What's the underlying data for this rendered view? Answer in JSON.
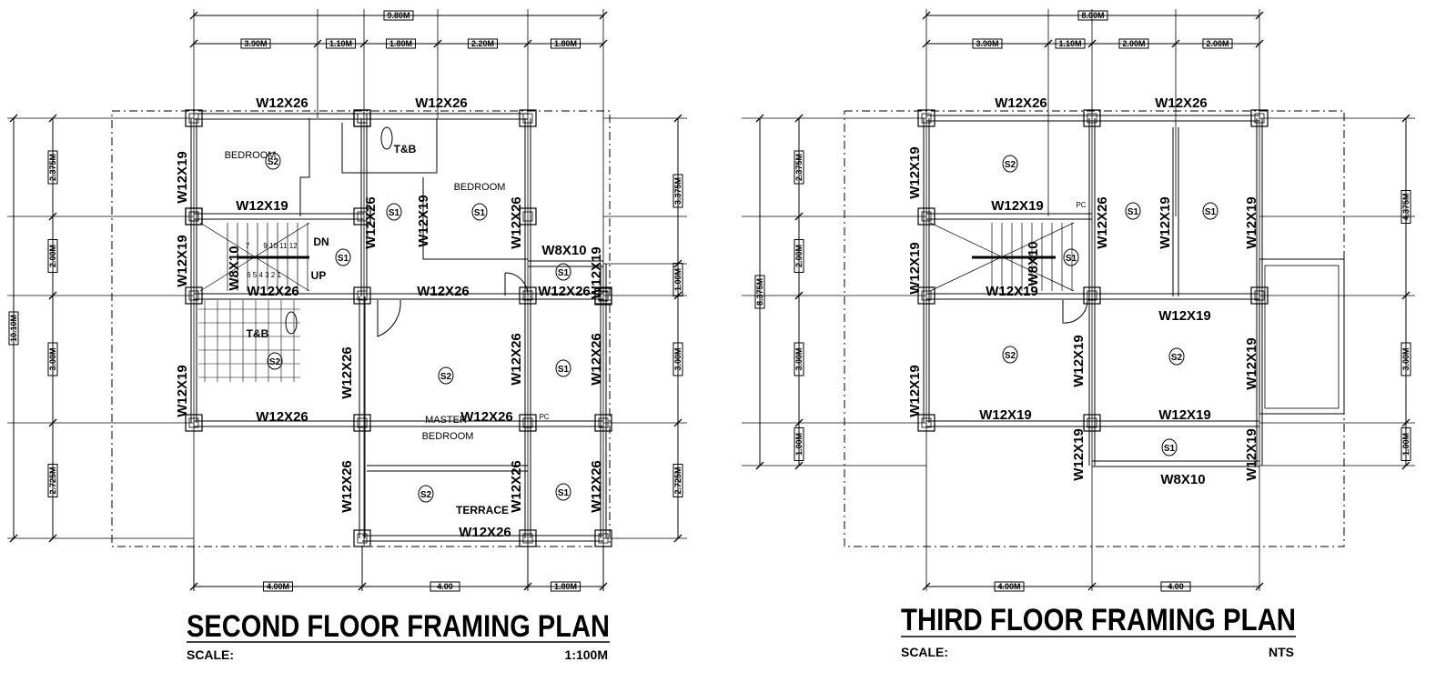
{
  "second_floor": {
    "title": "SECOND FLOOR FRAMING PLAN",
    "scale_label": "SCALE:",
    "scale_value": "1:100M",
    "dims_top_overall": "9.80M",
    "dims_top": [
      "3.90M",
      "1.10M",
      "1.80M",
      "2.20M",
      "1.80M"
    ],
    "dims_bottom": [
      "4.00M",
      "4.00",
      "1.80M"
    ],
    "dims_left_overall": "10.10M",
    "dims_left": [
      "2.375M",
      "2.00M",
      "3.00M",
      "2.725M"
    ],
    "dims_right": [
      "3.375M",
      "1.00M",
      "3.00M",
      "2.725M"
    ],
    "beams": [
      "W12X26",
      "W12X26",
      "W12X19",
      "W12X19",
      "W12X26",
      "W12X19",
      "W12X26",
      "W8X10",
      "W12X19",
      "W12X19",
      "W12X26",
      "W12X26",
      "W12X26",
      "W8X10",
      "W12X19",
      "W12X26",
      "W12X26",
      "W12X26",
      "W12X26",
      "W12X26",
      "W12X26",
      "W12X26",
      "W12X26",
      "W12X26"
    ],
    "rooms": [
      "BEDROOM",
      "BEDROOM",
      "T&B",
      "T&B",
      "DN",
      "UP",
      "MASTER",
      "BEDROOM",
      "TERRACE",
      "PC"
    ],
    "slabs": [
      "S2",
      "S1",
      "S1",
      "S1",
      "S1",
      "S2",
      "S2",
      "S1",
      "S2",
      "S1"
    ],
    "stair_numbers": [
      "7",
      "9 10 11 12",
      "6 5 4 3 2 1"
    ]
  },
  "third_floor": {
    "title": "THIRD FLOOR FRAMING PLAN",
    "scale_label": "SCALE:",
    "scale_value": "NTS",
    "dims_top_overall": "8.00M",
    "dims_top": [
      "3.90M",
      "1.10M",
      "2.00M",
      "2.00M"
    ],
    "dims_bottom": [
      "4.00M",
      "4.00"
    ],
    "dims_left_overall": "8.375M",
    "dims_left": [
      "2.375M",
      "2.00M",
      "3.00M",
      "1.00M"
    ],
    "dims_right": [
      "4.375M",
      "3.00M",
      "1.00M"
    ],
    "beams": [
      "W12X26",
      "W12X26",
      "W12X19",
      "W12X19",
      "W12X26",
      "W12X19",
      "W12X19",
      "W12X19",
      "W8X10",
      "W12X19",
      "W12X19",
      "W12X19",
      "W12X19",
      "W12X19",
      "W12X19",
      "W12X19",
      "W12X19",
      "W12X19",
      "W8X10"
    ],
    "rooms": [
      "PC"
    ],
    "slabs": [
      "S2",
      "S1",
      "S1",
      "S1",
      "S2",
      "S2",
      "S1"
    ]
  },
  "colors": {
    "ink": "#000000",
    "background": "#ffffff"
  }
}
